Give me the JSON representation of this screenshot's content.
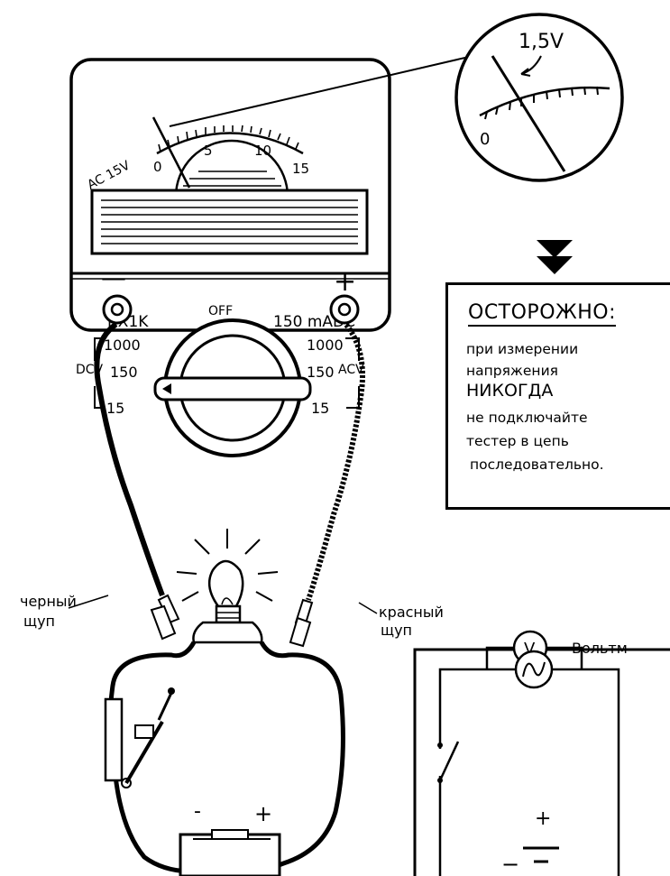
{
  "meter": {
    "scale_label": "AC 15V",
    "scale_ticks": [
      "0",
      "5",
      "10",
      "15"
    ],
    "zoom_reading": "1,5V",
    "zoom_zero": "0",
    "dial_top": "OFF",
    "left_top": "RX1K",
    "right_top": "150 mADC",
    "dcv_label": "DCV",
    "acv_label": "ACV",
    "left_ranges": [
      "1000",
      "150",
      "15"
    ],
    "right_ranges": [
      "1000",
      "150",
      "15"
    ],
    "minus_sign": "—",
    "plus_sign": "+"
  },
  "probes": {
    "black_line1": "черный",
    "black_line2": "щуп",
    "red_line1": "красный",
    "red_line2": "щуп"
  },
  "warning": {
    "title": "ОСТОРОЖНО:",
    "lines": [
      "при измерении",
      "напряжения",
      "НИКОГДА",
      "не подключайте",
      "тестер в цепь",
      "последовательно."
    ]
  },
  "battery": {
    "minus": "-",
    "plus": "+"
  },
  "schematic": {
    "meter_symbol": "V",
    "meter_label": "Вольтм",
    "plus": "+",
    "minus": "−"
  }
}
